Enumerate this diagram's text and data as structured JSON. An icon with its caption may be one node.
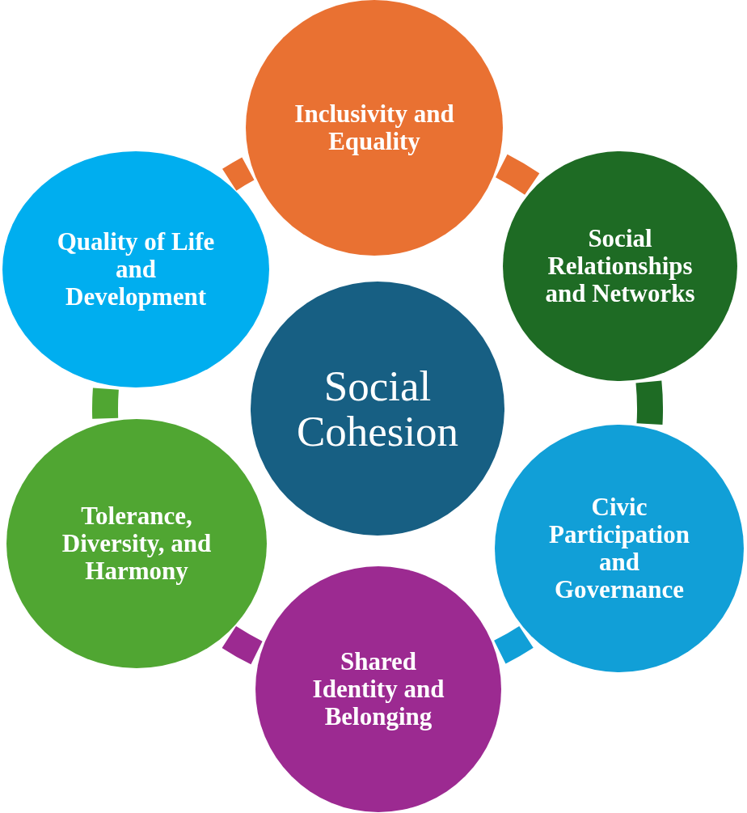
{
  "diagram": {
    "nodes": [
      {
        "text": [
          "Social Cohesion"
        ]
      },
      {
        "text": [
          "Inclusivity and Equality"
        ]
      },
      {
        "text": [
          "Social Relationships and Networks"
        ]
      },
      {
        "text": [
          "Civic Participation and Governance"
        ]
      },
      {
        "text": [
          "Shared Identity and Belonging"
        ]
      },
      {
        "text": [
          "Tolerance, Diversity, and Harmony"
        ]
      },
      {
        "text": [
          "Quality of Life and Development"
        ]
      }
    ],
    "edges": [
      {
        "from": 1,
        "to": 2,
        "arrow": "none",
        "color": "#e97132"
      },
      {
        "from": 2,
        "to": 3,
        "arrow": "none",
        "color": "#1e6b24"
      },
      {
        "from": 3,
        "to": 4,
        "arrow": "none",
        "color": "#119fd7"
      },
      {
        "from": 4,
        "to": 5,
        "arrow": "none",
        "color": "#9c2a91"
      },
      {
        "from": 5,
        "to": 6,
        "arrow": "none",
        "color": "#50a632"
      },
      {
        "from": 6,
        "to": 1,
        "arrow": "none",
        "color": "#e97132"
      }
    ]
  }
}
